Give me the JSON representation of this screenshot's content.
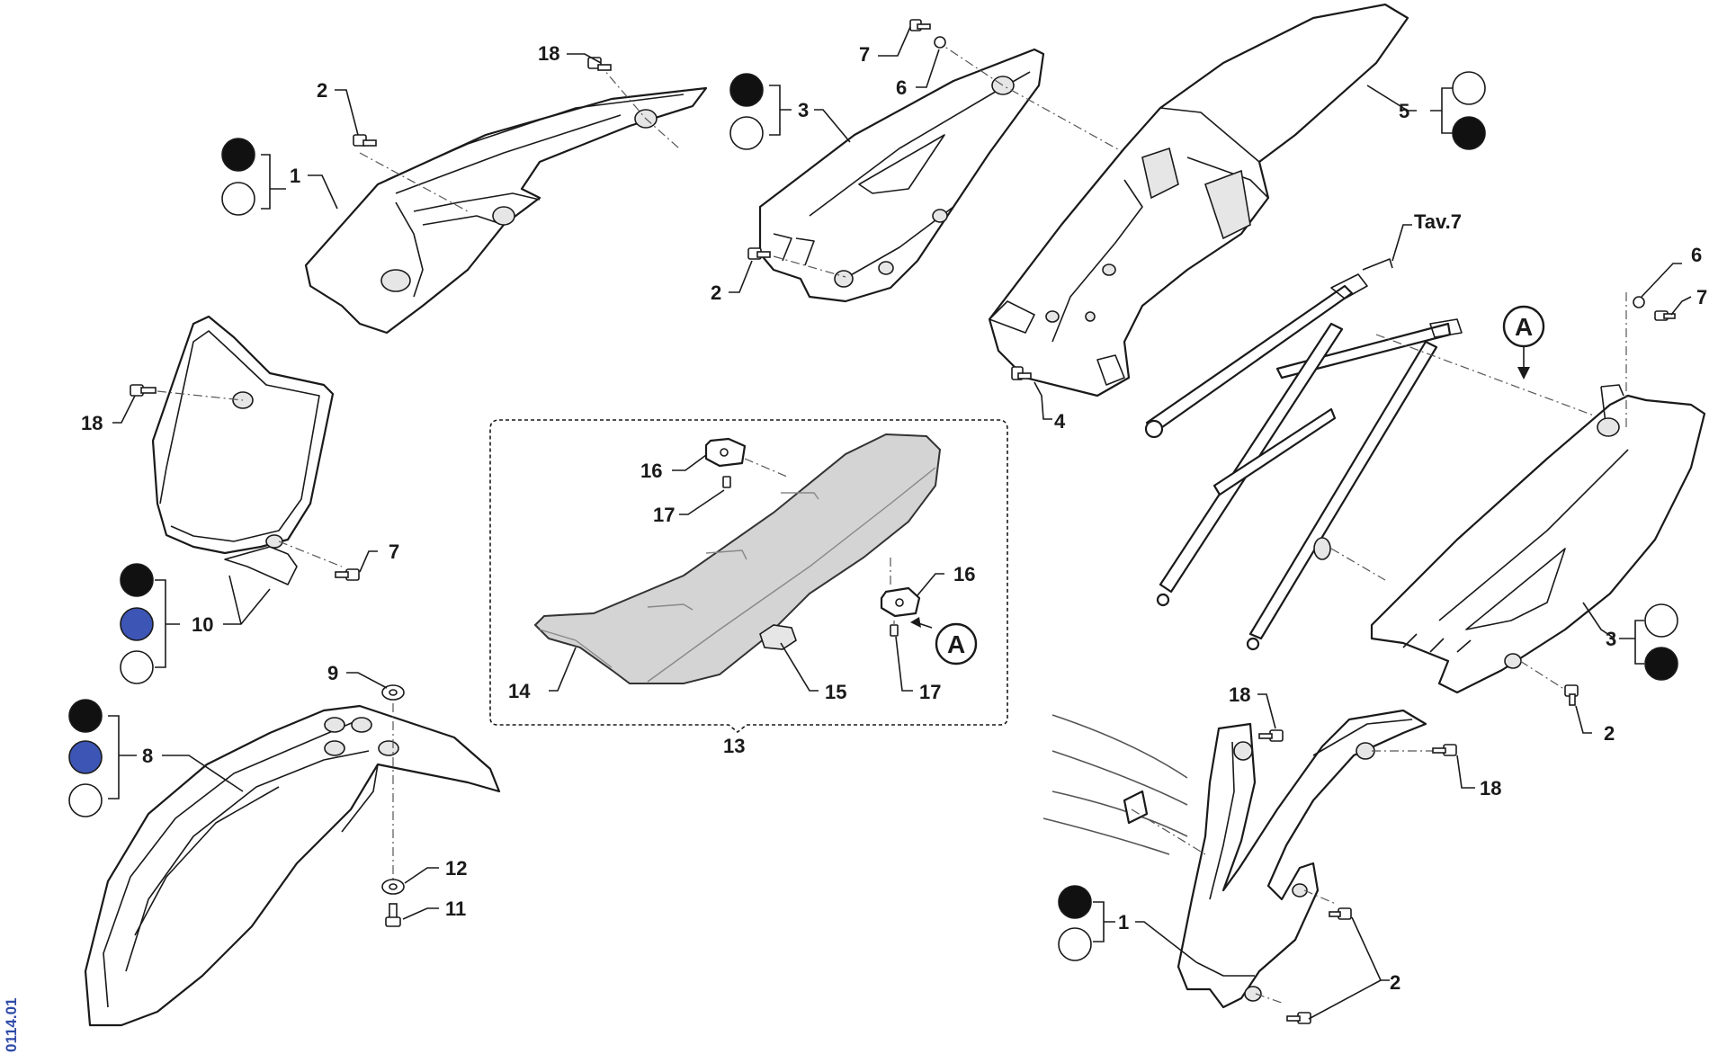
{
  "colors": {
    "black": "#111111",
    "blue": "#3d55b5",
    "white": "#ffffff"
  },
  "drawing_id": "0114.01",
  "table_ref": "Tav.7",
  "view_ref": "A",
  "callouts": {
    "c18a": "18",
    "c2a": "2",
    "c1a": "1",
    "c7a": "7",
    "c6a": "6",
    "c3a": "3",
    "c2b": "2",
    "c5": "5",
    "c4": "4",
    "c6b": "6",
    "c7b": "7",
    "c18b": "18",
    "c7c": "7",
    "c10": "10",
    "c16a": "16",
    "c17a": "17",
    "c16b": "16",
    "c17b": "17",
    "c14": "14",
    "c15": "15",
    "c13": "13",
    "c9": "9",
    "c8": "8",
    "c12": "12",
    "c11": "11",
    "c3b": "3",
    "c2c": "2",
    "c18c": "18",
    "c18d": "18",
    "c1b": "1",
    "c2d": "2"
  }
}
